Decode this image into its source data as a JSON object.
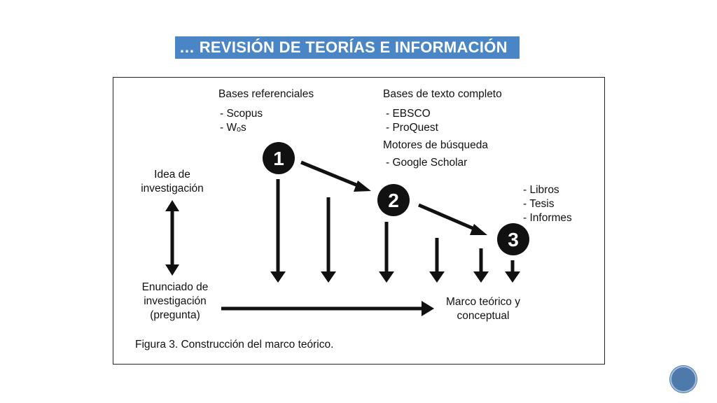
{
  "title": "… REVISIÓN DE TEORÍAS E INFORMACIÓN",
  "colors": {
    "title_bg": "#4a86c6",
    "ink": "#111111"
  },
  "diagram": {
    "bases_referenciales": "Bases referenciales",
    "scopus": "- Scopus",
    "wos": "- Wₒs",
    "bases_texto_completo": "Bases de texto completo",
    "ebsco": "- EBSCO",
    "proquest": "- ProQuest",
    "motores": "Motores de búsqueda",
    "google_scholar": "- Google Scholar",
    "idea_line1": "Idea de",
    "idea_line2": "investigación",
    "libros": "- Libros",
    "tesis": "- Tesis",
    "informes": "- Informes",
    "enunciado_line1": "Enunciado de",
    "enunciado_line2": "investigación",
    "enunciado_line3": "(pregunta)",
    "marco_line1": "Marco teórico y",
    "marco_line2": "conceptual",
    "step1": "1",
    "step2": "2",
    "step3": "3",
    "caption": "Figura 3. Construcción del marco teórico."
  }
}
